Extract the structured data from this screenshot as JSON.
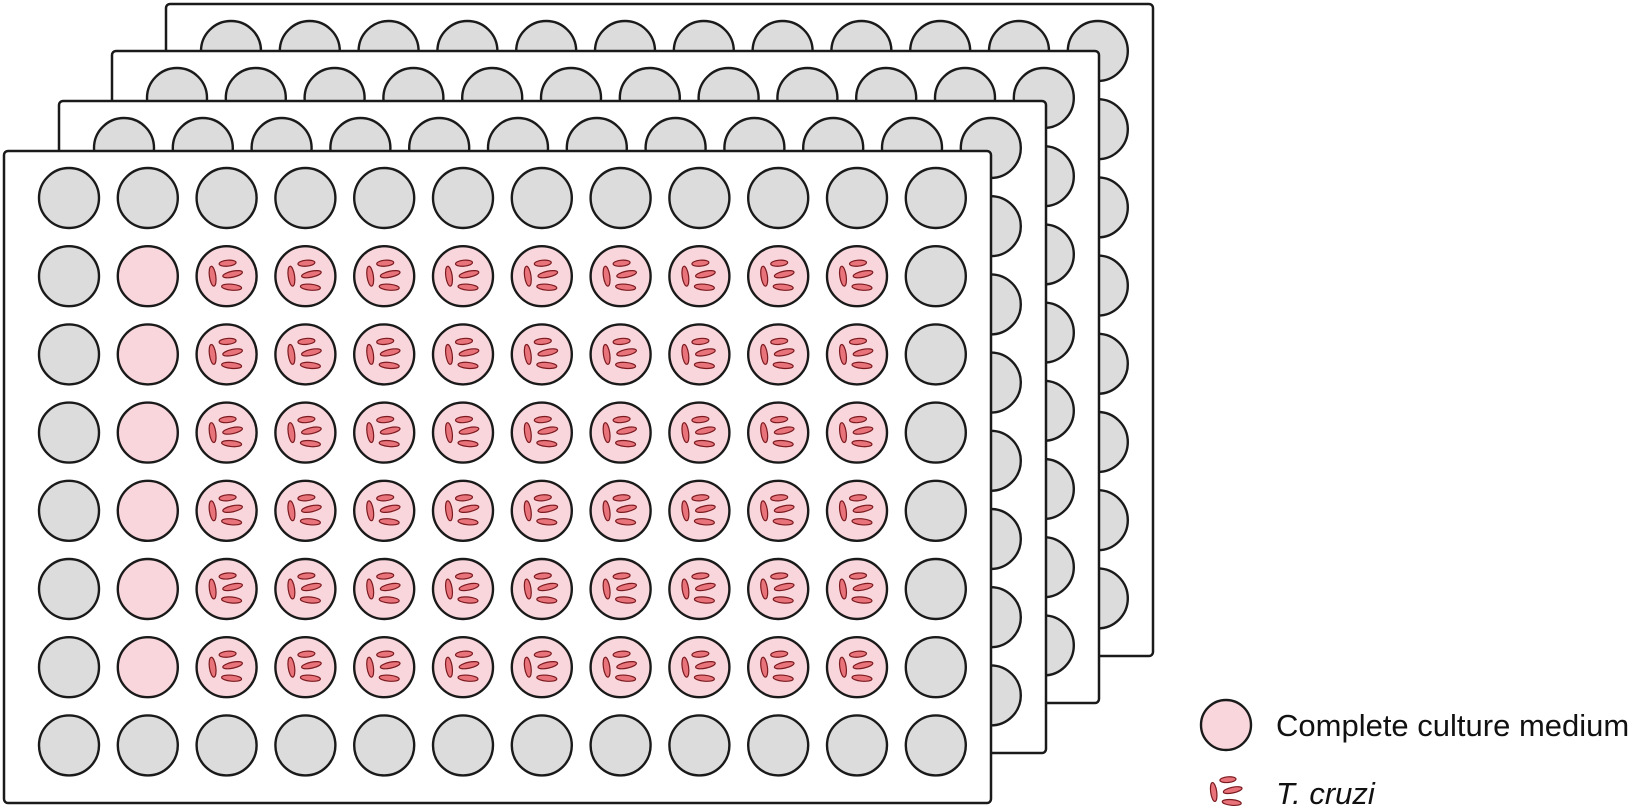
{
  "diagram": {
    "plate_count": 4,
    "rows": 8,
    "columns": 12,
    "well_types": {
      "empty": {
        "fill": "#dcdcdc",
        "stroke": "#1a1a1a"
      },
      "medium": {
        "fill": "#f9d6dc",
        "stroke": "#1a1a1a"
      },
      "parasite": {
        "fill": "#e8737a",
        "stroke": "#7a1a1f"
      }
    },
    "front_plate_layout": {
      "outer_ring": "empty",
      "medium_only_column": 2,
      "medium_only_rows": [
        2,
        3,
        4,
        5,
        6,
        7
      ],
      "infected_columns": [
        3,
        4,
        5,
        6,
        7,
        8,
        9,
        10,
        11
      ],
      "infected_rows": [
        2,
        3,
        4,
        5,
        6,
        7
      ]
    },
    "plate_fill": "#ffffff",
    "plate_stroke": "#1a1a1a"
  },
  "legend": {
    "items": [
      {
        "label": "Complete culture medium",
        "italic": false,
        "symbol": "medium-well"
      },
      {
        "label": "T. cruzi",
        "italic": true,
        "symbol": "parasite-cluster"
      }
    ]
  }
}
